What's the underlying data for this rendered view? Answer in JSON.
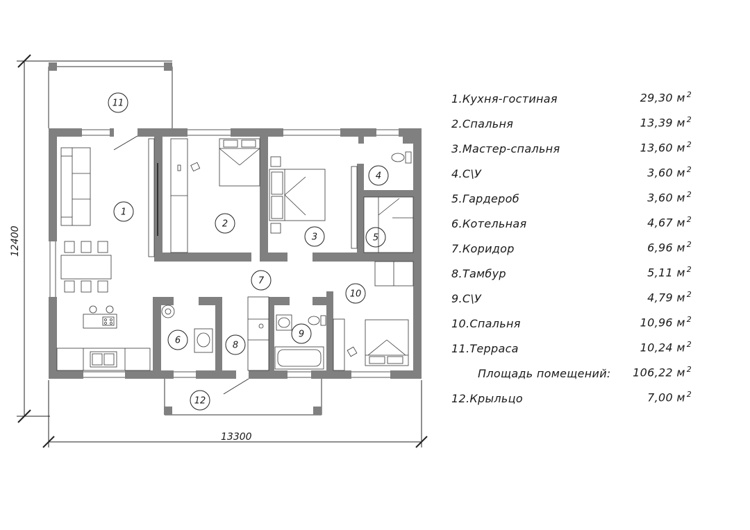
{
  "plan": {
    "dimensions": {
      "width_label": "13300",
      "height_label": "12400"
    },
    "room_markers": [
      "1",
      "2",
      "3",
      "4",
      "5",
      "6",
      "7",
      "8",
      "9",
      "10",
      "11",
      "12"
    ]
  },
  "legend": {
    "unit": "м",
    "unit_power": "2",
    "rows": [
      {
        "name": "1.Кухня-гостиная",
        "value": "29,30"
      },
      {
        "name": "2.Спальня",
        "value": "13,39"
      },
      {
        "name": "3.Мастер-спальня",
        "value": "13,60"
      },
      {
        "name": "4.С\\У",
        "value": "3,60"
      },
      {
        "name": "5.Гардероб",
        "value": "3,60"
      },
      {
        "name": "6.Котельная",
        "value": "4,67"
      },
      {
        "name": "7.Коридор",
        "value": "6,96"
      },
      {
        "name": "8.Тамбур",
        "value": "5,11"
      },
      {
        "name": "9.С\\У",
        "value": "4,79"
      },
      {
        "name": "10.Спальня",
        "value": "10,96"
      },
      {
        "name": "11.Терраса",
        "value": "10,24"
      },
      {
        "name": "Площадь помещений:",
        "value": "106,22"
      },
      {
        "name": "12.Крыльцо",
        "value": "7,00"
      }
    ]
  }
}
